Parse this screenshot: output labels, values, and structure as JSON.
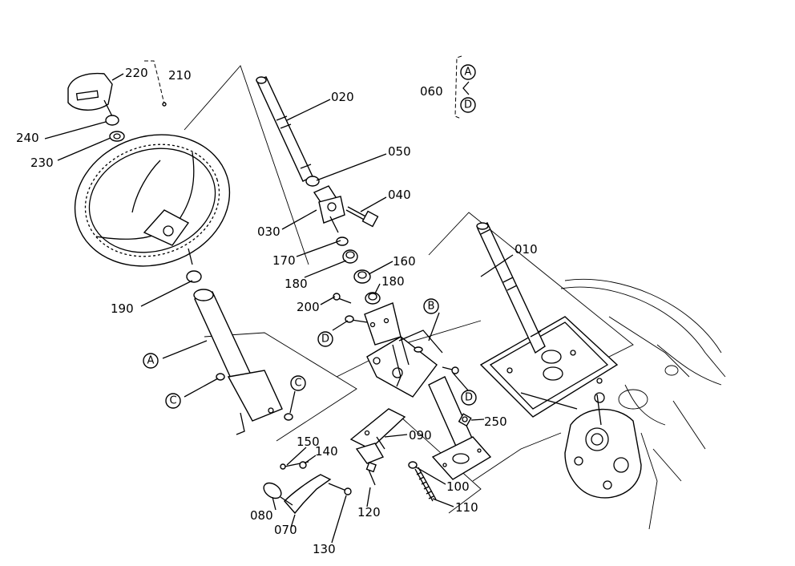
{
  "parts": {
    "p010": "010",
    "p020": "020",
    "p030": "030",
    "p040": "040",
    "p050": "050",
    "p060": "060",
    "p070": "070",
    "p080": "080",
    "p090": "090",
    "p100": "100",
    "p110": "110",
    "p120": "120",
    "p130": "130",
    "p140": "140",
    "p150": "150",
    "p160": "160",
    "p170": "170",
    "p180a": "180",
    "p180b": "180",
    "p190": "190",
    "p200": "200",
    "p210": "210",
    "p220": "220",
    "p230": "230",
    "p240": "240",
    "p250": "250"
  },
  "refs": {
    "A": "A",
    "B": "B",
    "C": "C",
    "D": "D"
  }
}
